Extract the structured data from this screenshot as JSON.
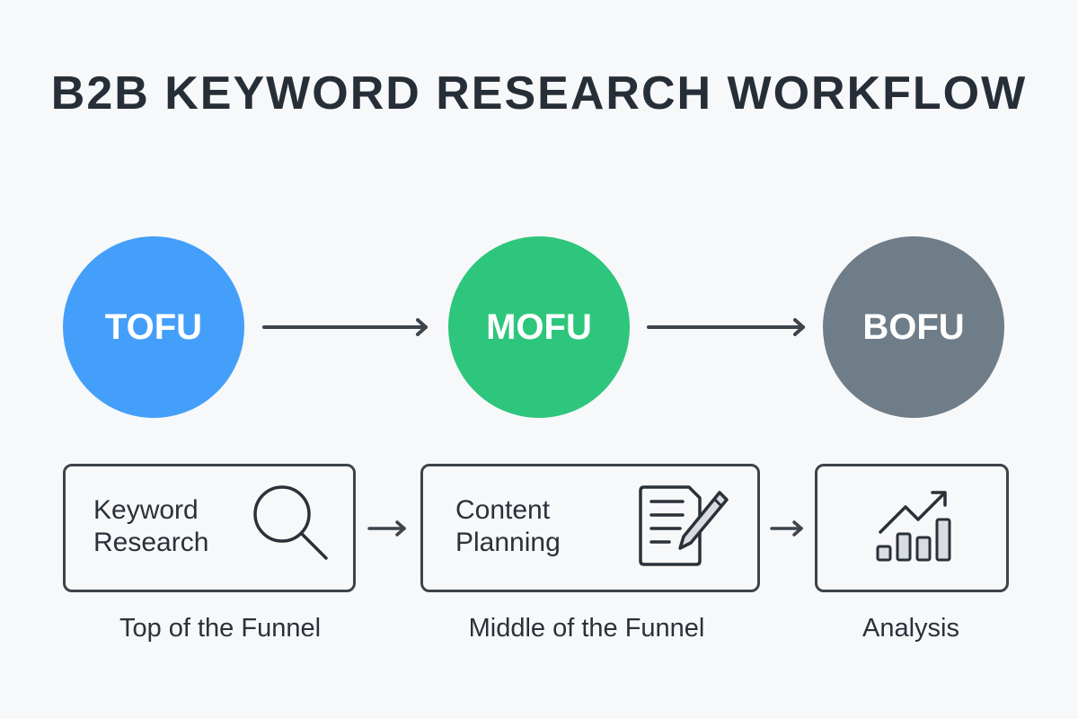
{
  "title": "B2B KEYWORD RESEARCH WORKFLOW",
  "stages": [
    {
      "label": "TOFU",
      "color": "#449ffa"
    },
    {
      "label": "MOFU",
      "color": "#2ec67c"
    },
    {
      "label": "BOFU",
      "color": "#6f7d89"
    }
  ],
  "steps": [
    {
      "line1": "Keyword",
      "line2": "Research",
      "icon": "magnifier-icon",
      "caption": "Top of the Funnel"
    },
    {
      "line1": "Content",
      "line2": "Planning",
      "icon": "document-pencil-icon",
      "caption": "Middle of the Funnel"
    },
    {
      "icon": "bar-chart-trend-icon",
      "caption": "Analysis"
    }
  ],
  "colors": {
    "stroke": "#3c444c",
    "text": "#2a3139",
    "background": "#f7f8fa",
    "icon_fill": "#d9dde3"
  }
}
